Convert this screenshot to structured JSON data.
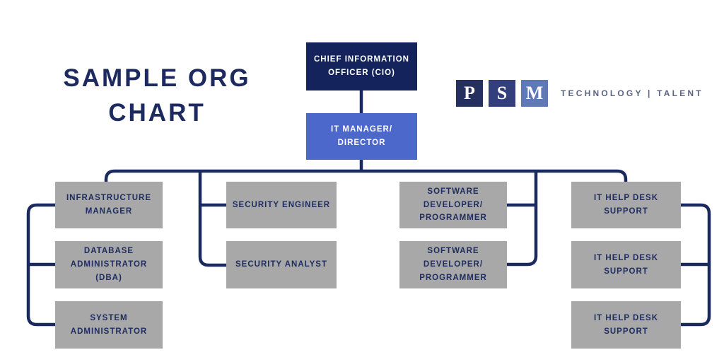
{
  "title": "SAMPLE ORG CHART",
  "logo": {
    "blocks": [
      {
        "letter": "P",
        "color": "#26305f"
      },
      {
        "letter": "S",
        "color": "#323f7c"
      },
      {
        "letter": "M",
        "color": "#5f78b6"
      }
    ],
    "tagline": "TECHNOLOGY | TALENT"
  },
  "colors": {
    "connector_navy": "#1b2a5e",
    "cio_box_navy": "#14235c",
    "manager_box_blue": "#4c68cb",
    "node_gray": "#a8a8a8",
    "node_text_navy": "#1f2d60",
    "title_navy": "#1c2a60",
    "tagline_gray": "#5c6584",
    "background": "#ffffff"
  },
  "nodes": [
    {
      "role": "cio",
      "label": "CHIEF INFORMATION OFFICER (CIO)"
    },
    {
      "role": "it-manager",
      "label": "IT MANAGER/ DIRECTOR"
    },
    {
      "role": "infrastructure-manager",
      "label": "INFRASTRUCTURE MANAGER"
    },
    {
      "role": "database-administrator",
      "label": "DATABASE ADMINISTRATOR (DBA)"
    },
    {
      "role": "system-administrator",
      "label": "SYSTEM ADMINISTRATOR"
    },
    {
      "role": "security-engineer",
      "label": "SECURITY ENGINEER"
    },
    {
      "role": "security-analyst",
      "label": "SECURITY ANALYST"
    },
    {
      "role": "software-developer-1",
      "label": "SOFTWARE DEVELOPER/ PROGRAMMER"
    },
    {
      "role": "software-developer-2",
      "label": "SOFTWARE DEVELOPER/ PROGRAMMER"
    },
    {
      "role": "it-help-desk-1",
      "label": "IT HELP DESK SUPPORT"
    },
    {
      "role": "it-help-desk-2",
      "label": "IT HELP DESK SUPPORT"
    },
    {
      "role": "it-help-desk-3",
      "label": "IT HELP DESK SUPPORT"
    }
  ]
}
